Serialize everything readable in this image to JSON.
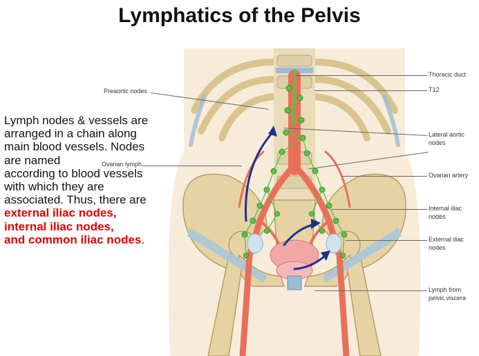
{
  "title": "Lymphatics of the Pelvis",
  "body": {
    "lines": [
      "Lymph nodes & vessels are",
      "arranged in a chain along",
      "main blood vessels. Nodes",
      "are named",
      "according to blood vessels",
      "with which they are",
      "associated. Thus, there are"
    ],
    "highlight_lines": [
      "external iliac nodes,",
      "internal iliac nodes,",
      "and common iliac nodes"
    ],
    "trailing_period": "."
  },
  "figure": {
    "labels": {
      "preaortic_nodes": "Preaortic nodes",
      "ovarian_lymph": "Ovarian lymph",
      "thoracic_duct": "Thoracic duct",
      "t12": "T12",
      "lateral_aortic_nodes_1": "Lateral aortic",
      "lateral_aortic_nodes_2": "nodes",
      "ovarian_artery": "Ovarian artery",
      "internal_iliac_nodes_1": "Internal iliac",
      "internal_iliac_nodes_2": "nodes",
      "external_iliac_nodes_1": "External iliac",
      "external_iliac_nodes_2": "nodes",
      "lymph_from_pelvic_viscera_1": "Lymph from",
      "lymph_from_pelvic_viscera_2": "pelvic viscera"
    }
  },
  "colors": {
    "highlight": "#e60000",
    "bone": "#e6d3a3",
    "vessel": "#e8705a",
    "node": "#5cc24a",
    "arrow": "#1f2f8f"
  }
}
